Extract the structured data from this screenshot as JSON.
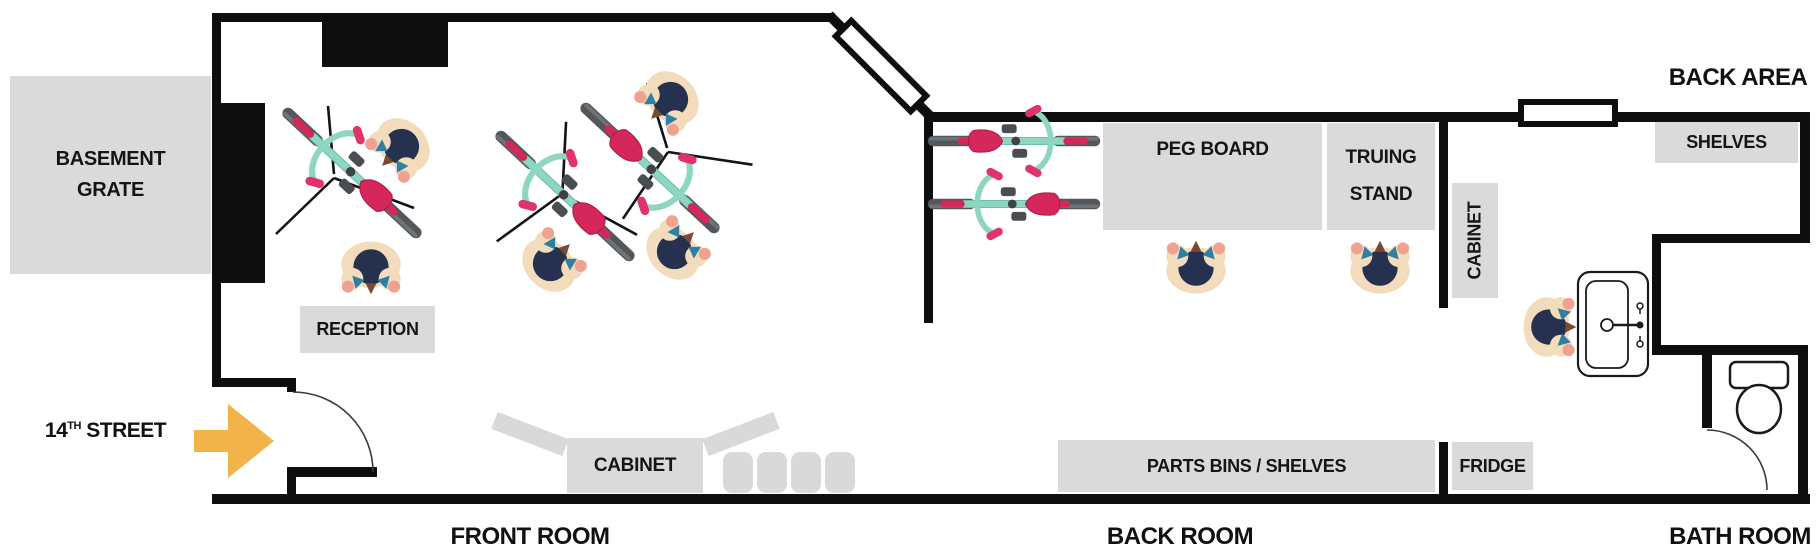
{
  "street": {
    "number": "14",
    "ordinal": "TH",
    "word": "STREET"
  },
  "room_labels": {
    "front_room": "FRONT ROOM",
    "back_room": "BACK ROOM",
    "bath_room": "BATH ROOM",
    "back_area": "BACK AREA"
  },
  "fixtures": {
    "basement_grate": {
      "line1": "BASEMENT",
      "line2": "GRATE"
    },
    "reception": "RECEPTION",
    "front_cabinet": "CABINET",
    "peg_board": "PEG BOARD",
    "truing_stand": {
      "line1": "TRUING",
      "line2": "STAND"
    },
    "back_cabinet": "CABINET",
    "parts_bins": "PARTS BINS / SHELVES",
    "fridge": "FRIDGE",
    "shelves": "SHELVES"
  },
  "icons": {
    "entrance_arrow": "→"
  },
  "colors": {
    "wall": "#0e0e0e",
    "fixture_gray": "#dadada",
    "arrow_orange": "#f2b348",
    "bike_pink": "#d6275a",
    "bike_teal": "#8fd6c2",
    "bike_gray": "#53575c",
    "person_skin": "#f3dcbb",
    "person_hair": "#25314e",
    "person_hand": "#efa28f",
    "person_sleeve": "#2e7fa3"
  }
}
